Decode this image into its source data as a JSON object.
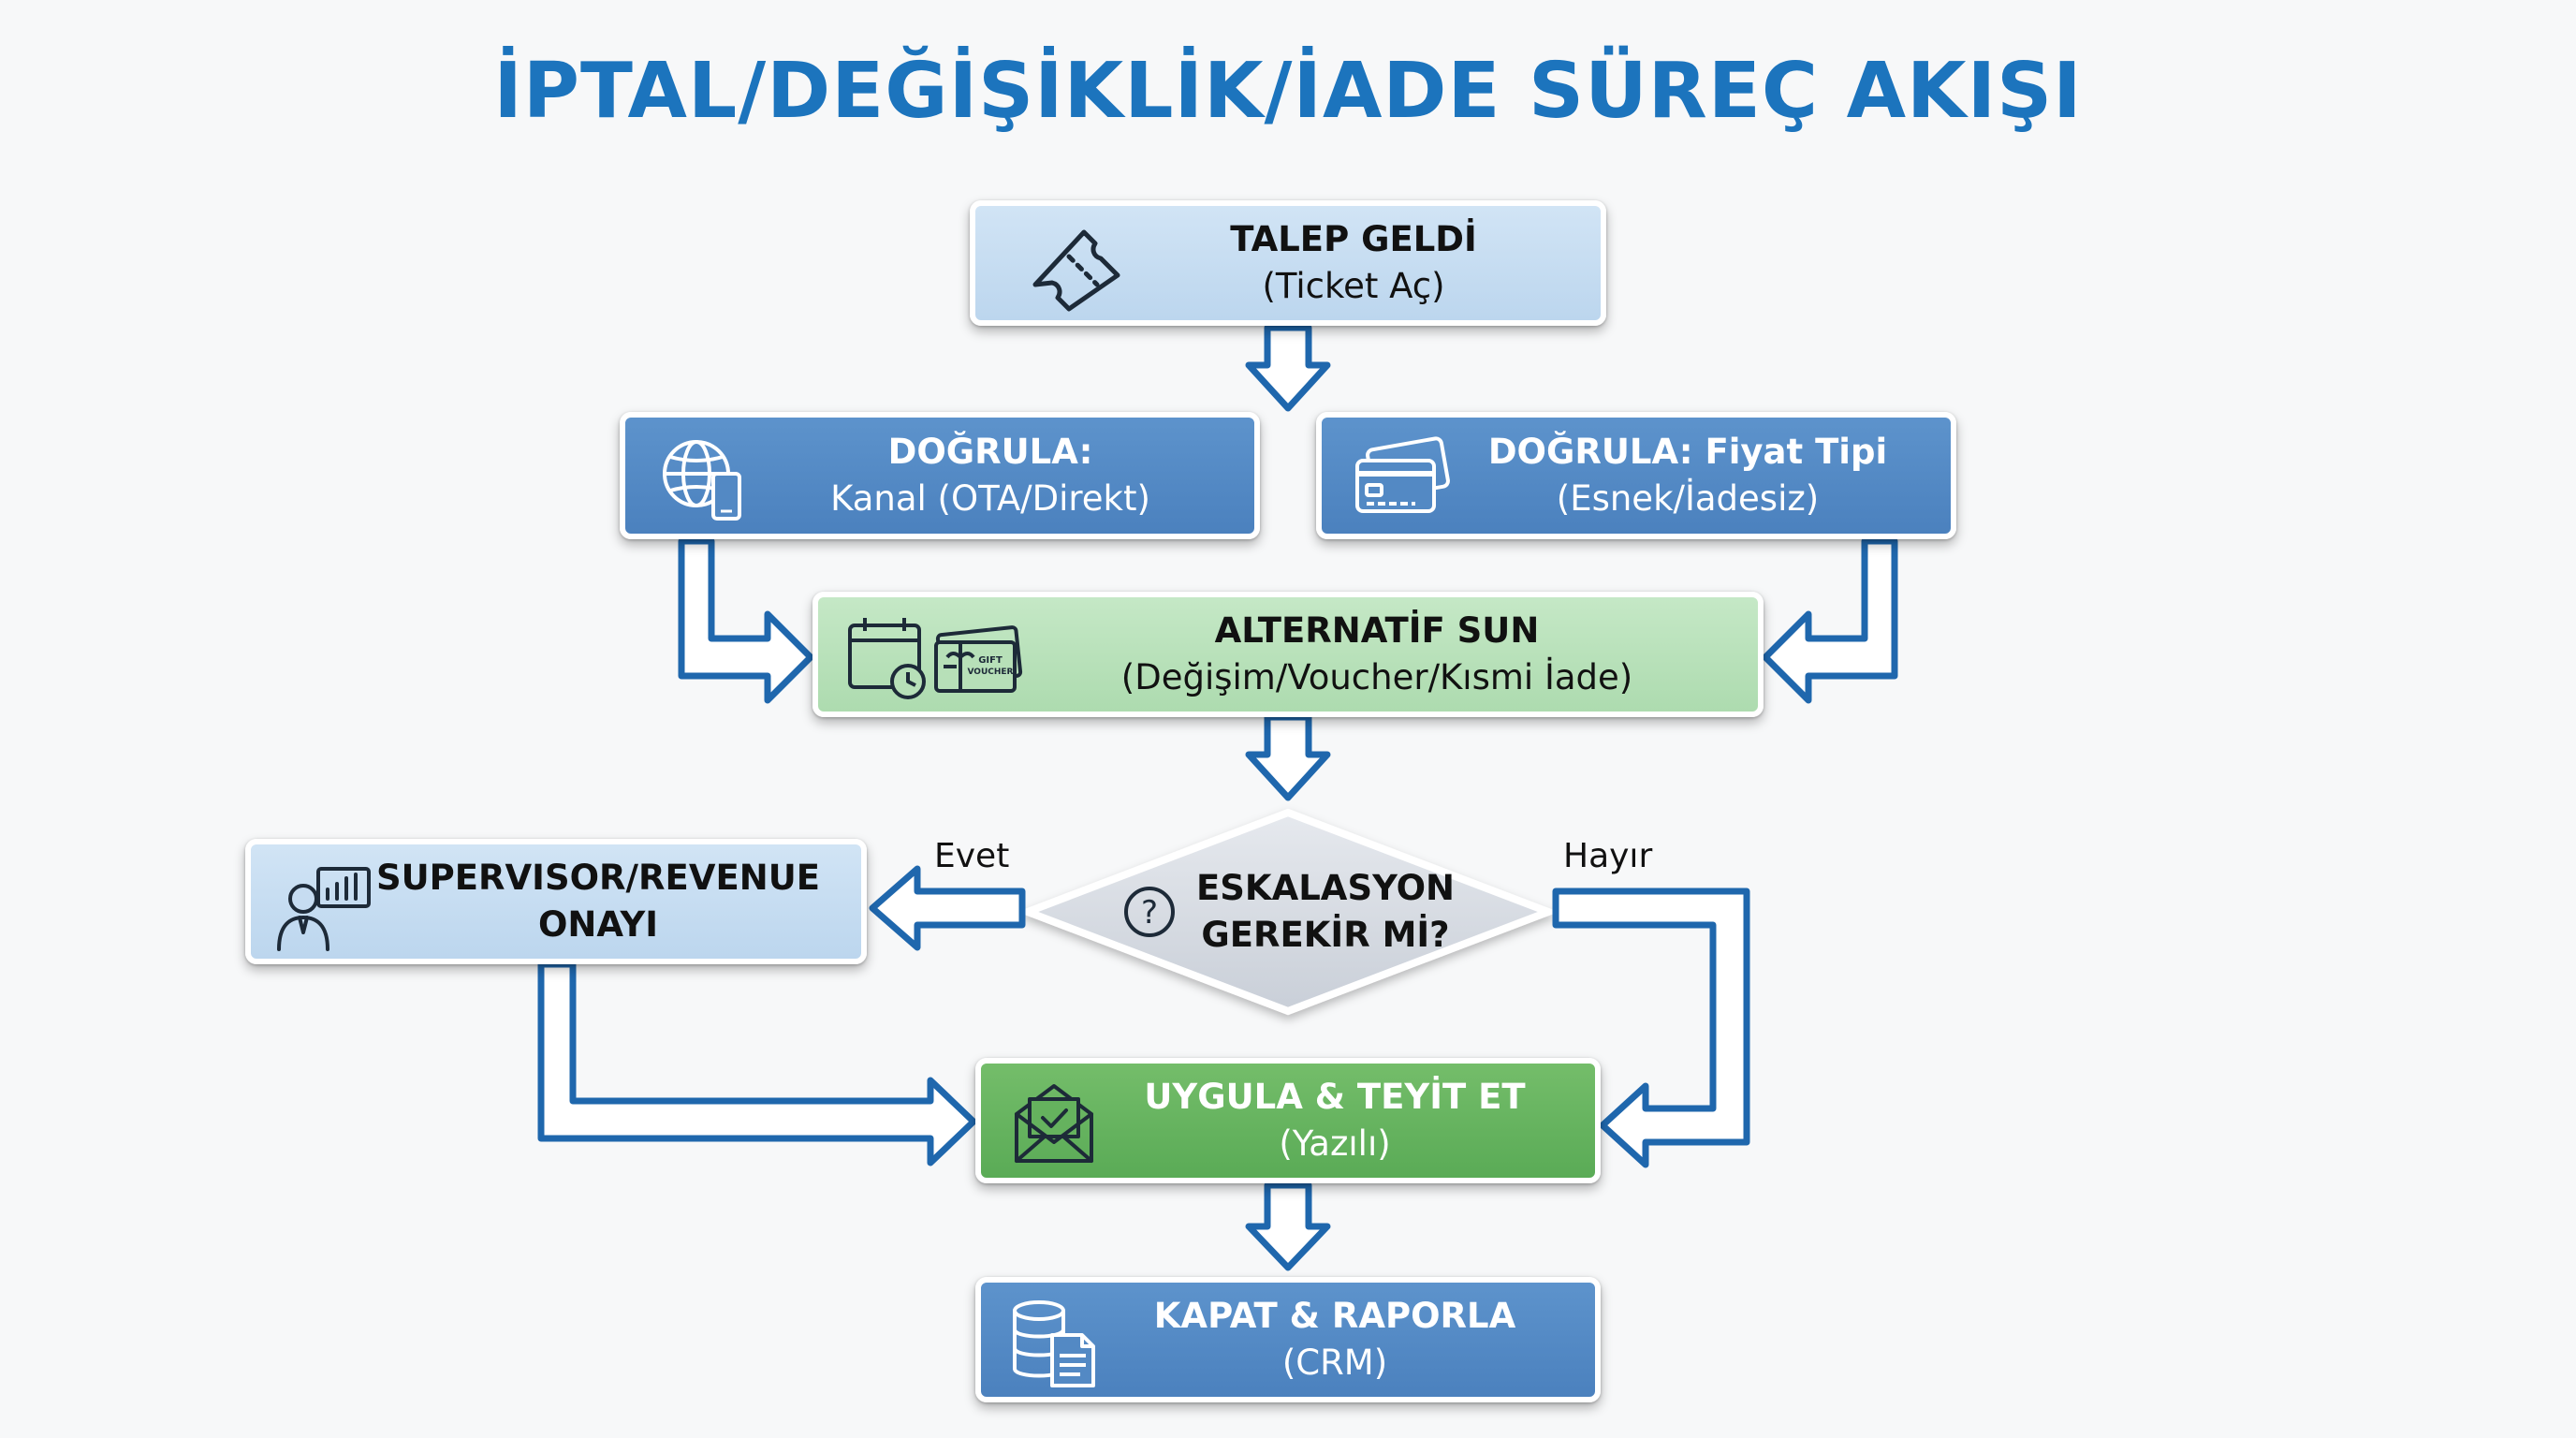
{
  "title": "İPTAL/DEĞİŞİKLİK/İADE SÜREÇ AKIŞI",
  "nodes": {
    "talep": {
      "line1": "TALEP GELDİ",
      "line2": "(Ticket Aç)",
      "icon": "ticket-icon"
    },
    "kanal": {
      "line1": "DOĞRULA:",
      "line2": "Kanal (OTA/Direkt)",
      "icon": "globe-phone-icon"
    },
    "fiyat": {
      "line1": "DOĞRULA: Fiyat Tipi",
      "line2": "(Esnek/İadesiz)",
      "icon": "credit-card-icon"
    },
    "alternatif": {
      "line1": "ALTERNATİF SUN",
      "line2": "(Değişim/Voucher/Kısmi İade)",
      "icon": "calendar-voucher-icon",
      "voucher_label_1": "GIFT",
      "voucher_label_2": "VOUCHER"
    },
    "eskalasyon": {
      "line1": "ESKALASYON",
      "line2": "GEREKİR Mİ?",
      "icon": "question-icon"
    },
    "supervisor": {
      "line1": "SUPERVISOR/REVENUE",
      "line2": "ONAYI",
      "icon": "manager-chart-icon"
    },
    "uygula": {
      "line1": "UYGULA & TEYİT ET",
      "line2": "(Yazılı)",
      "icon": "envelope-check-icon"
    },
    "kapat": {
      "line1": "KAPAT & RAPORLA",
      "line2": "(CRM)",
      "icon": "database-report-icon"
    }
  },
  "edges": {
    "yes_label": "Evet",
    "no_label": "Hayır"
  },
  "colors": {
    "title": "#1c74bd",
    "arrow_outline": "#1f67ad",
    "arrow_fill": "#ffffff",
    "light_blue": "#c6dcf1",
    "mid_blue": "#5389c4",
    "light_green": "#b7e0b8",
    "green": "#65b25e",
    "diamond": "#d6dbe2"
  }
}
